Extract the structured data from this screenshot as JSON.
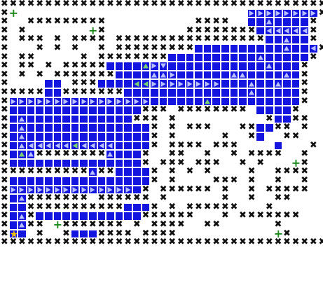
{
  "colors": {
    "water": "#1515e0",
    "wall": "#111111",
    "arrow": "#b9c0ff",
    "arrow_highlight": "#79d36e",
    "plus": "#1a8a1a",
    "star": "#f5c400"
  },
  "legend": {
    "X": "wall-cross",
    "B": "water-tile",
    ">": "water-arrow-right",
    "<": "water-arrow-left",
    "^": "water-arrow-up",
    "v": "water-arrow-down",
    "u": "water-arrow-up-highlight",
    "d": "water-arrow-down-highlight",
    "l": "water-arrow-left-highlight",
    "+": "green-plus-pickup",
    "*": "yellow-star-player",
    ".": "empty"
  },
  "grid": [
    "XXXXXXXXXXXXXXXXXXXXXXXXXXXXXXXXXXXXX",
    "X+..........................>>>>>>>>X",
    "X..XXXXXXXXX..........XXXX..BB^BBBBX",
    "X.X.......+X.........XXXXXXXXB<<<<<X",
    "X.XXX.X.XXXX.XXXXXXXXXXXXXXXXXBB^BBX",
    "X...X.X.X..X.XXXXXXXXXBBBBBBBBBB^BB<X",
    "X.XX.....X.XXXXXXXXBBBBBBBBBB^BBBBBX",
    "X.XX.X.XXXXXBBBBu>vBBBBBBBBBBB^BBBX",
    "X.X.X.XXXXXXXBBBB^^>BBBBBB^^BBBB^BX",
    "X....BB.XXXBBBBll>>>>>>>>BBB^BB^BBX",
    "XXXXXBBXXXXXXXBBBBBBBBBBBBBB^BBBBBX",
    "X>>>>>>>>>>>>>>>>BBBBBBuBBBBBBBBBBX",
    "XBBBBBBBBBBBBBBBXXX.XXXXXXXX.BBBBX",
    "XB^BBBBBBBBBBBBXXX.X..........XBBXX",
    "XB^BBBBBBBBBBBBBBX.X.XXX...XXBBXX.X",
    "XB^BBBBBBBBBBBBBBX.X.....X..XB..XX",
    "XB^<<<<<l<<<<BBBBX.XXXX.XXX....B...X",
    "XBu^XXXXXXXX^BBBX..XX..X..X.XXXX..X",
    "XBBBBBBBBBBBBBBBX.XXX.XXX..X.X...+X",
    "XXXXXXXXXX^XXBBBBX.X.X.X....X..XXXX",
    "XBBBBBBBBBBBBBBBBX.X....XXX.X..X..X",
    "X>>>>>>>>>>>>>>BX.XXXXXX.X..X.XXXXX",
    "XB^XXXXXXX.XXXXXX.X......X..X..XX",
    "XBBXXXXXXXXXXXBBBX.X.XXXXXX...X....",
    "XB^XBBBBBBBBBBBBXXXXXX...X.XXXXXXX",
    "XB^XX.+XXXXXXX.X.XXXX..XX......X",
    "X*B.X..XBBBXXXX.XXXX...........+X",
    "XXXXXXXXXXXXXXXXXXXXXXXXXXXXXXXXXXXXX"
  ]
}
